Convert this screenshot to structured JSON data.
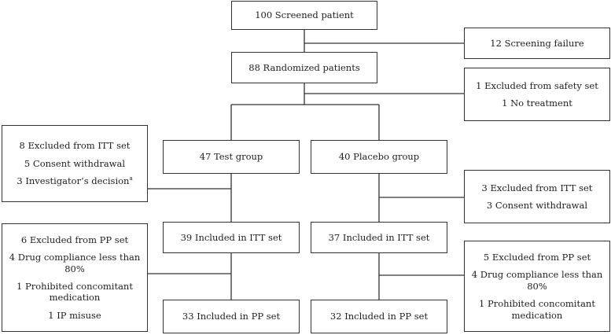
{
  "boxes": {
    "screened": [
      "100 Screened patient"
    ],
    "screening_failure": [
      "12 Screening failure"
    ],
    "randomized": [
      "88 Randomized patients"
    ],
    "safety_excluded": [
      "1 Excluded from safety set",
      "1 No treatment"
    ],
    "left_itt_excluded": [
      "8 Excluded from ITT set",
      "5 Consent withdrawal",
      "3 Investigator’s decision"
    ],
    "left_itt_excluded_footnote": "a",
    "test_group": [
      "47 Test group"
    ],
    "placebo_group": [
      "40 Placebo group"
    ],
    "right_itt_excluded": [
      "3 Excluded from ITT set",
      "3 Consent withdrawal"
    ],
    "test_itt": [
      "39 Included in ITT set"
    ],
    "placebo_itt": [
      "37 Included in ITT set"
    ],
    "left_pp_excluded": [
      "6 Excluded from PP set",
      "4 Drug compliance less than 80%",
      "1 Prohibited concomitant medication",
      "1 IP misuse"
    ],
    "right_pp_excluded": [
      "5 Excluded from PP set",
      "4 Drug compliance less than 80%",
      "1 Prohibited concomitant medication"
    ],
    "test_pp": [
      "33 Included in PP set"
    ],
    "placebo_pp": [
      "32 Included in PP set"
    ]
  }
}
